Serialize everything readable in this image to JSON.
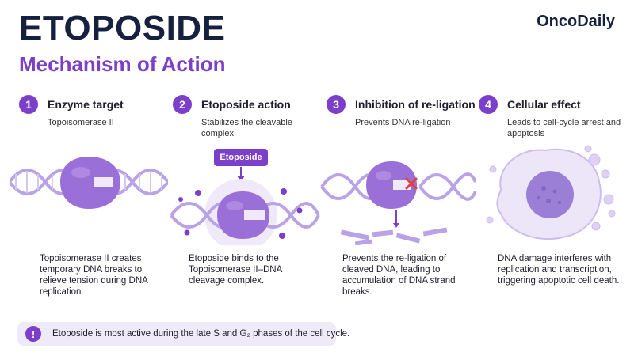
{
  "header": {
    "title": "ETOPOSIDE",
    "subtitle": "Mechanism of Action",
    "brand": "OncoDaily"
  },
  "steps": [
    {
      "number": "1",
      "title": "Enzyme target",
      "subtitle": "Topoisomerase II",
      "description": "Topoisomerase II creates temporary DNA breaks to relieve tension during DNA replication."
    },
    {
      "number": "2",
      "title": "Etoposide action",
      "subtitle": "Stabilizes the cleavable complex",
      "label": "Etoposide",
      "description": "Etoposide binds to the Topoisomerase II–DNA cleavage complex."
    },
    {
      "number": "3",
      "title": "Inhibition of re-ligation",
      "subtitle": "Prevents DNA re-ligation",
      "description": "Prevents the re-ligation of cleaved DNA, leading to accumulation of DNA strand breaks."
    },
    {
      "number": "4",
      "title": "Cellular effect",
      "subtitle": "Leads to cell-cycle arrest and apoptosis",
      "description": "DNA damage interferes with replication and transcription, triggering apoptotic cell death."
    }
  ],
  "note": {
    "icon": "!",
    "text": "Etoposide is most active during the late S and G₂ phases of the cell cycle."
  },
  "colors": {
    "accent": "#7b3fc9",
    "enzyme": "#9b6fd8",
    "dna": "#b9a2e6",
    "cross": "#e0413c"
  }
}
